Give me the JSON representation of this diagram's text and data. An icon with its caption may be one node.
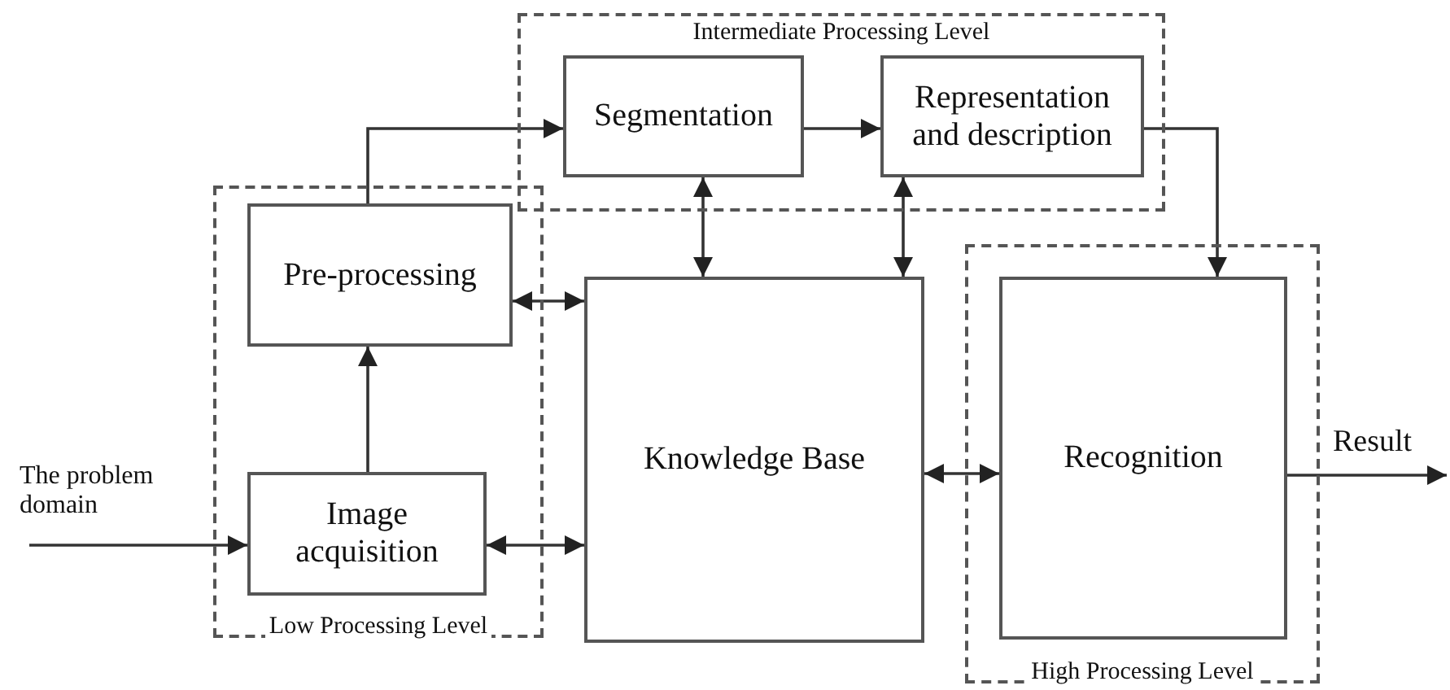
{
  "diagram": {
    "nodes": [
      {
        "text": [
          "Intermediate Processing Level"
        ]
      },
      {
        "text": [
          "Segmentation"
        ],
        "in": 0
      },
      {
        "text": [
          "Representation and description"
        ],
        "in": 0
      },
      {
        "text": [
          "Low Processing Level"
        ]
      },
      {
        "text": [
          "Pre-processing"
        ],
        "in": 3
      },
      {
        "text": [
          "Image acquisition"
        ],
        "in": 3
      },
      {
        "text": [
          "Knowledge Base"
        ]
      },
      {
        "text": [
          "High Processing Level"
        ]
      },
      {
        "text": [
          "Recognition"
        ],
        "in": 7
      }
    ],
    "edges": [
      {
        "from": 4,
        "to": 1,
        "arrow": "to"
      },
      {
        "from": 1,
        "to": 2,
        "arrow": "to"
      },
      {
        "from": 2,
        "to": 8,
        "arrow": "to"
      },
      {
        "from": 5,
        "to": 4,
        "arrow": "to"
      },
      {
        "from": 4,
        "to": 6,
        "arrow": "both"
      },
      {
        "from": 5,
        "to": 6,
        "arrow": "both"
      },
      {
        "from": 1,
        "to": 6,
        "arrow": "both"
      },
      {
        "from": 2,
        "to": 6,
        "arrow": "both"
      },
      {
        "from": 6,
        "to": 8,
        "arrow": "both"
      },
      {
        "from": null,
        "to": 5,
        "arrow": "to",
        "label": "The problem domain"
      },
      {
        "from": 8,
        "to": null,
        "arrow": "to",
        "label": "Result"
      }
    ]
  }
}
